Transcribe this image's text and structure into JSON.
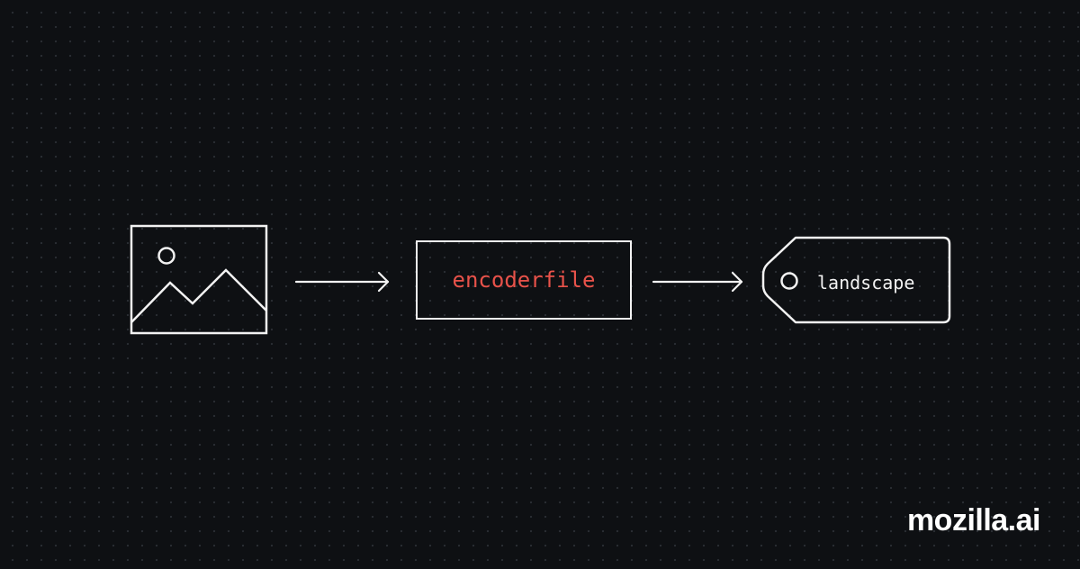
{
  "diagram": {
    "encoder": {
      "label": "encoderfile"
    },
    "output_tag": {
      "label": "landscape"
    },
    "colors": {
      "background": "#0e1013",
      "stroke": "#f2f2f2",
      "accent": "#e8524a"
    }
  },
  "brand": {
    "logo_text": "mozilla.ai"
  }
}
